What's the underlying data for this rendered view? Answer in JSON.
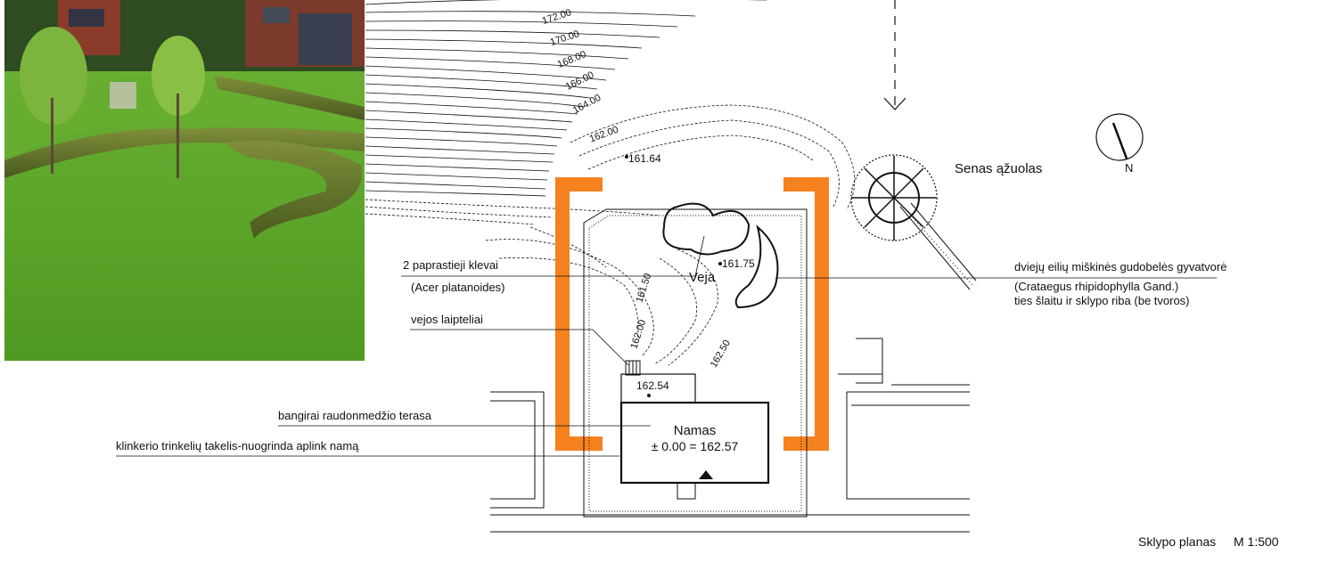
{
  "photo": {
    "description_icon": "garden-photo"
  },
  "contours": [
    "172.00",
    "170.00",
    "168.00",
    "166.00",
    "164.00",
    "162.00"
  ],
  "spot_levels": {
    "level_a": "161.64",
    "level_b": "161.75",
    "level_c": "161.50",
    "level_d": "162.00",
    "level_e": "162.50",
    "level_f": "162.54"
  },
  "labels": {
    "oak": "Senas ąžuolas",
    "north": "N",
    "lawn": "Veja",
    "maples": "2 paprastieji klevai",
    "maples_latin": "(Acer platanoides)",
    "steps": "vejos laipteliai",
    "terrace": "bangirai raudonmedžio terasa",
    "paving": "klinkerio trinkelių takelis-nuogrinda aplink namą",
    "hedge": "dviejų eilių miškinės gudobelės gyvatvorė",
    "hedge_latin": "(Crataegus rhipidophylla Gand.)",
    "hedge_note": "ties šlaitu ir sklypo riba (be tvoros)",
    "house": "Namas",
    "house_level": "± 0.00 = 162.57",
    "plan_title": "Sklypo planas",
    "scale": "M 1:500"
  },
  "colors": {
    "accent_orange": "#f5821f",
    "ink": "#111111",
    "lawn_green": "#5f9e2f"
  }
}
